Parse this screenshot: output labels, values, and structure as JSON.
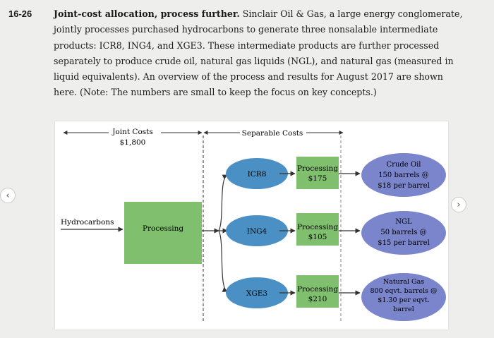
{
  "problem": {
    "number": "16-26",
    "title": "Joint-cost allocation, process further.",
    "lines": [
      "Sinclair Oil & Gas, a large energy conglomerate,",
      "jointly processes purchased hydrocarbons to generate three nonsalable intermediate",
      "products: ICR8, ING4, and XGE3. These intermediate products are further processed",
      "separately to produce crude oil, natural gas liquids (NGL), and natural gas (measured in",
      "liquid equivalents). An overview of the process and results for August 2017 are shown",
      "here. (Note: The numbers are small to keep the focus on key concepts.)"
    ]
  },
  "nav": {
    "prev": "‹",
    "next": "›"
  },
  "diagram": {
    "joint_costs": {
      "label": "Joint Costs",
      "amount": "$1,800"
    },
    "separable_costs_label": "Separable Costs",
    "input_label": "Hydrocarbons",
    "joint_process_label": "Processing",
    "intermediates": [
      "ICR8",
      "ING4",
      "XGE3"
    ],
    "processes": [
      {
        "label": "Processing",
        "cost": "$175"
      },
      {
        "label": "Processing",
        "cost": "$105"
      },
      {
        "label": "Processing",
        "cost": "$210"
      }
    ],
    "products": [
      {
        "lines": [
          "Crude Oil",
          "150 barrels @",
          "$18 per barrel"
        ]
      },
      {
        "lines": [
          "NGL",
          "50 barrels @",
          "$15 per barrel"
        ]
      },
      {
        "lines": [
          "Natural Gas",
          "800 eqvt. barrels @",
          "$1.30 per eqvt.",
          "barrel"
        ]
      }
    ]
  },
  "colors": {
    "process_green": "#7fbf6e",
    "intermediate_blue": "#4a90c4",
    "product_purple": "#7b85cc"
  }
}
